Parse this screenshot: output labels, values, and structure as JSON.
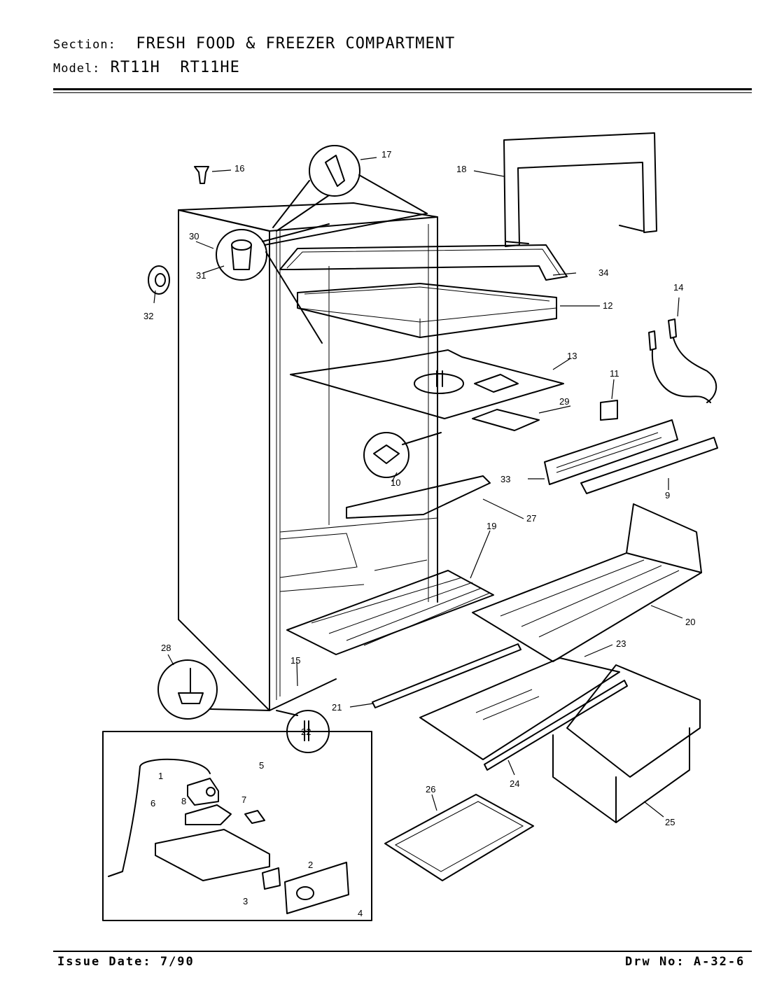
{
  "header": {
    "section_key": "Section:",
    "section_value": "FRESH FOOD & FREEZER COMPARTMENT",
    "model_key": "Model:",
    "model_value": "RT11H  RT11HE"
  },
  "footer": {
    "issue_date": "Issue Date: 7/90",
    "drawing_no": "Drw No: A-32-6"
  },
  "callouts": [
    "1",
    "2",
    "3",
    "4",
    "5",
    "6",
    "7",
    "8",
    "9",
    "10",
    "11",
    "12",
    "13",
    "14",
    "15",
    "16",
    "17",
    "18",
    "19",
    "20",
    "21",
    "22",
    "23",
    "24",
    "25",
    "26",
    "27",
    "28",
    "29",
    "30",
    "31",
    "32",
    "33",
    "34"
  ]
}
